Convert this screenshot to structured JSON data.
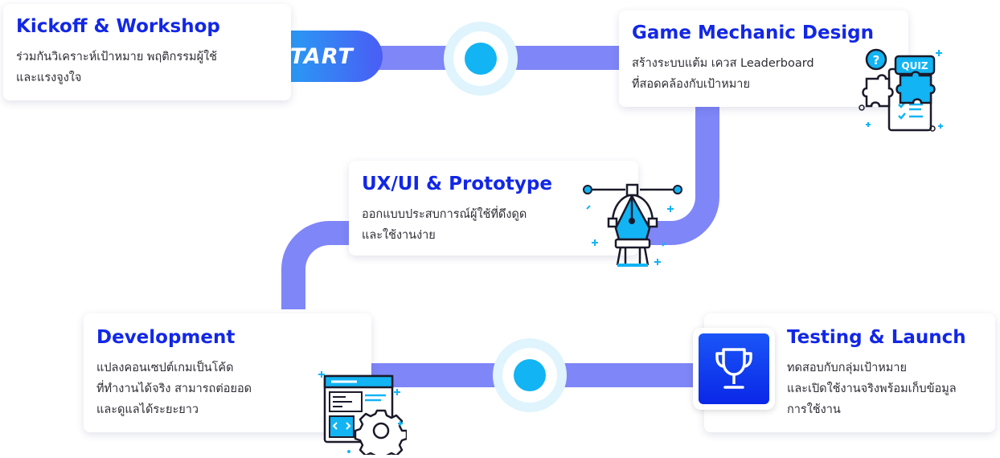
{
  "start_label": "Start",
  "steps": [
    {
      "title": "Kickoff & Workshop",
      "lines": [
        "ร่วมกันวิเคราะห์เป้าหมาย พฤติกรรมผู้ใช้",
        "และแรงจูงใจ"
      ]
    },
    {
      "title": "Game Mechanic Design",
      "lines": [
        "สร้างระบบแต้ม เควส Leaderboard",
        "ที่สอดคล้องกับเป้าหมาย"
      ]
    },
    {
      "title": "UX/UI & Prototype",
      "lines": [
        "ออกแบบประสบการณ์ผู้ใช้ที่ดึงดูด",
        "และใช้งานง่าย"
      ]
    },
    {
      "title": "Development",
      "lines": [
        "แปลงคอนเซปต์เกมเป็นโค้ด",
        "ที่ทำงานได้จริง สามารถต่อยอด",
        "และดูแลได้ระยะยาว"
      ]
    },
    {
      "title": "Testing & Launch",
      "lines": [
        "ทดสอบกับกลุ่มเป้าหมาย",
        "และเปิดใช้งานจริงพร้อมเก็บข้อมูล",
        "การใช้งาน"
      ]
    }
  ],
  "quiz_label": "QUIZ",
  "colors": {
    "title": "#1227e6",
    "track": "#7f86f7",
    "accent": "#12b4f3",
    "node_ring": "#dff4fd"
  },
  "icons": [
    "quiz-puzzle-icon",
    "pen-tool-icon",
    "code-gear-icon",
    "trophy-icon"
  ]
}
